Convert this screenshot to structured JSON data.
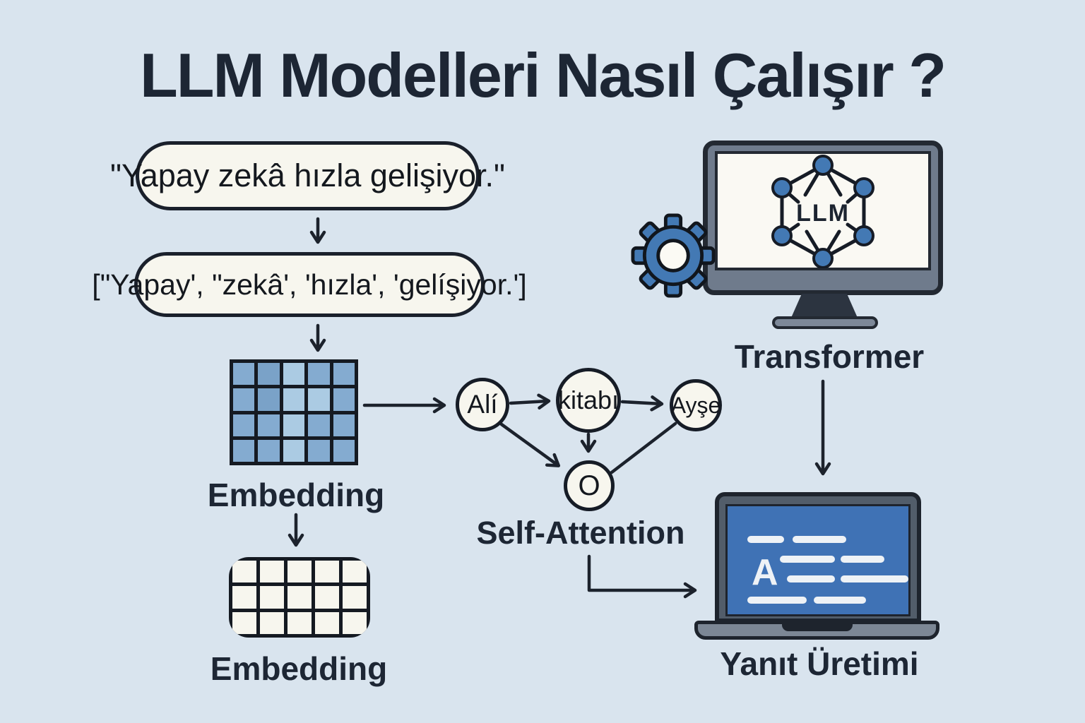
{
  "title": "LLM Modelleri Nasıl Çalışır ?",
  "input": {
    "sentence": "\"Yapay zekâ hızla gelişiyor.\""
  },
  "tokens": {
    "list": "[\"Yapay', \"zekâ', 'hızla', 'gelíşiyor.']"
  },
  "embedding": {
    "label": "Embedding",
    "matrix": {
      "rows": 4,
      "cols": 5,
      "cells": "m d l m m m d l l m m m l m m m m l m m"
    }
  },
  "output_matrix": {
    "label": "Embedding",
    "rows": 3,
    "cols": 5
  },
  "attention": {
    "label": "Self-Attention",
    "nodes": {
      "a": "Alí",
      "b": "kitabı",
      "c": "Ayşe",
      "o": "O"
    }
  },
  "transformer": {
    "label": "Transformer",
    "chip": "LLM"
  },
  "response": {
    "label": "Yanıt Üretimi",
    "letter": "A"
  },
  "colors": {
    "background": "#d9e4ee",
    "ink": "#1c222c",
    "panel": "#f7f6ee",
    "blue_node": "#4379b4",
    "cell_medium": "#84abd0",
    "cell_light": "#abcbe3",
    "cell_dark": "#7aa2c8",
    "screen_blue": "#3f72b5"
  }
}
